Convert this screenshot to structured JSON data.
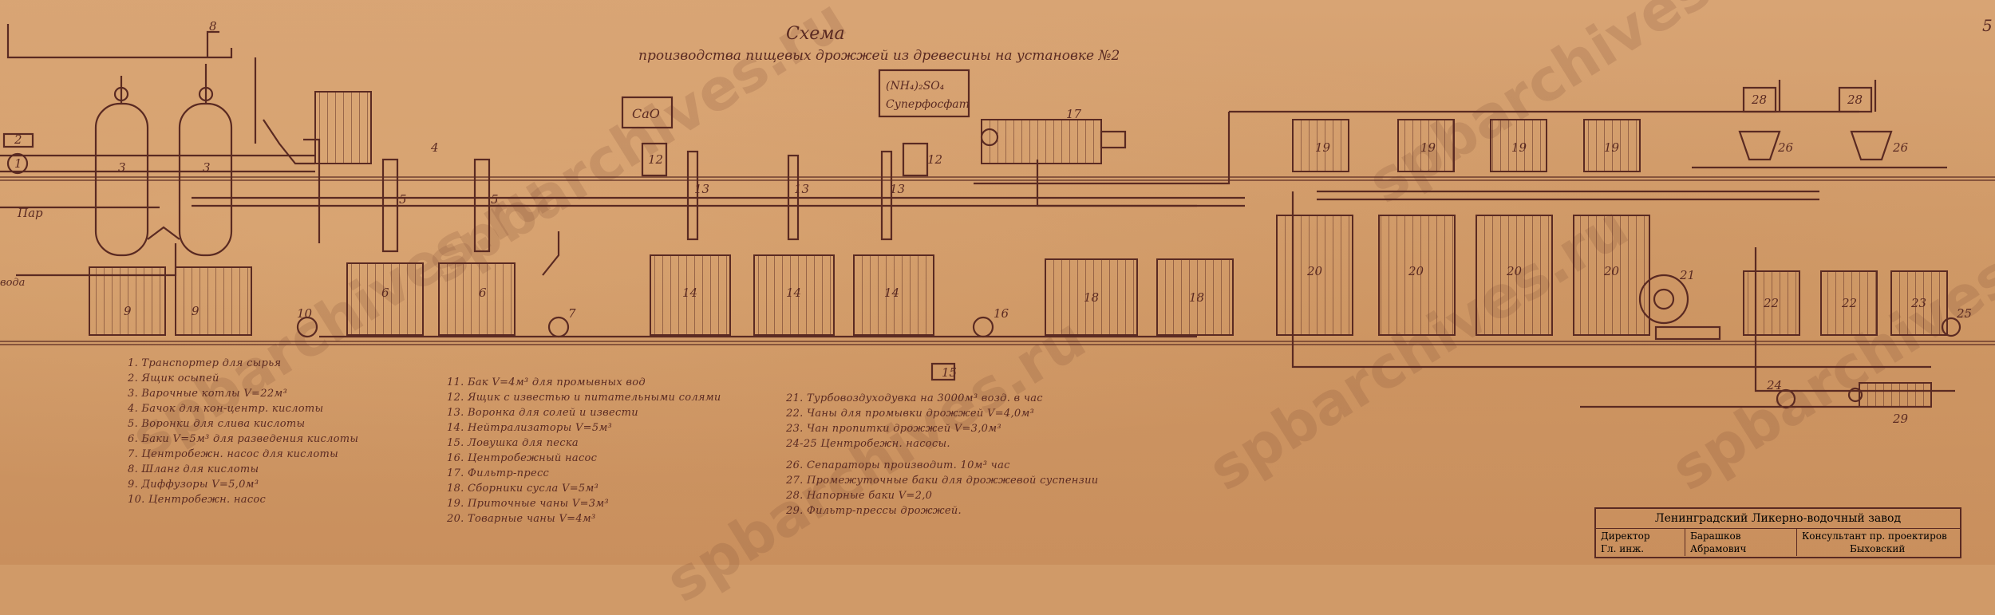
{
  "title": {
    "line1": "Схема",
    "line2": "производства пищевых дрожжей из древесины на установке №2"
  },
  "sheet_number": "5",
  "reagent_boxes": {
    "cao": "CaO",
    "nh4_line1": "(NH₄)₂SO₄",
    "nh4_line2": "Суперфосфат"
  },
  "side_labels": {
    "steam": "Пар",
    "water": "вода"
  },
  "legend": {
    "col1": [
      "1. Транспортер для сырья",
      "2. Ящик осыпей",
      "3. Варочные котлы V=22м³",
      "4. Бачок для кон-центр. кислоты",
      "5. Воронки для слива кислоты",
      "6. Баки V=5м³ для разведения кислоты",
      "7. Центробежн. насос для кислоты",
      "8. Шланг для кислоты",
      "9. Диффузоры V=5,0м³",
      "10. Центробежн. насос"
    ],
    "col2": [
      "11. Бак V=4м³ для промывных вод",
      "12. Ящик с известью и питательными солями",
      "13. Воронка для солей и извести",
      "14. Нейтрализаторы V=5м³",
      "15. Ловушка для песка",
      "16. Центробежный насос",
      "17. Фильтр-пресс",
      "18. Сборники сусла V=5м³",
      "19. Приточные чаны V=3м³",
      "20. Товарные чаны V=4м³"
    ],
    "col3": [
      "21. Турбовоздуходувка на 3000м³ возд. в час",
      "22. Чаны для промывки дрожжей V=4,0м³",
      "23. Чан пропитки дрожжей V=3,0м³",
      "24-25 Центробежн. насосы.",
      "26. Сепараторы производит. 10м³ час",
      "27. Промежуточные баки для дрожжевой суспензии",
      "28. Напорные баки V=2,0",
      "29. Фильтр-прессы дрожжей."
    ]
  },
  "stamp": {
    "title": "Ленинградский Ликерно-водочный завод",
    "director_label": "Директор",
    "director_name": "Барашков",
    "engineer_label": "Гл. инж.",
    "engineer_name": "Абрамович",
    "consultant_label": "Консультант пр. проектиров",
    "consultant_name": "Быховский"
  },
  "watermarks": [
    "spbarchives.ru",
    "spbarchives.ru",
    "spbarchives.ru",
    "spbarchives.ru",
    "spbarchives.ru",
    "spbarchives.ru"
  ],
  "equipment_numbers": {
    "n1": "1",
    "n2": "2",
    "n3": "3",
    "n4": "4",
    "n5": "5",
    "n6": "6",
    "n7": "7",
    "n8": "8",
    "n9": "9",
    "n10": "10",
    "n12": "12",
    "n13": "13",
    "n14": "14",
    "n15": "15",
    "n16": "16",
    "n17": "17",
    "n18": "18",
    "n19": "19",
    "n20": "20",
    "n21": "21",
    "n22": "22",
    "n23": "23",
    "n24": "24",
    "n25": "25",
    "n26": "26",
    "n28": "28",
    "n29": "29"
  },
  "colors": {
    "paper": "#d09a68",
    "ink": "#5a2a22"
  }
}
